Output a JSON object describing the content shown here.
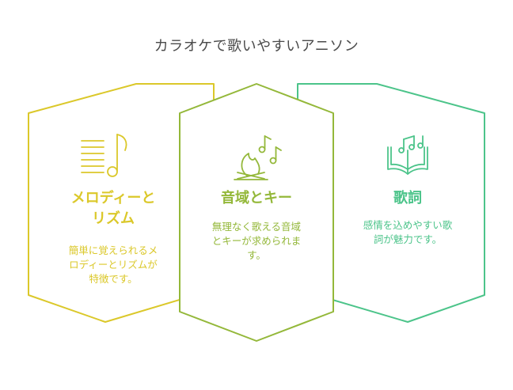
{
  "title": "カラオケで歌いやすいアニソン",
  "colors": {
    "yellow": "#dbc82a",
    "olive": "#94b83a",
    "green": "#4cc48a"
  },
  "cards": [
    {
      "title_lines": [
        "メロディーと",
        "リズム"
      ],
      "desc_lines": [
        "簡単に覚えられるメ",
        "ロディーとリズムが",
        "特徴です。"
      ],
      "icon": "music-note-lines-icon"
    },
    {
      "title_lines": [
        "音域とキー"
      ],
      "desc_lines": [
        "無理なく歌える音域",
        "とキーが求められま",
        "す。"
      ],
      "icon": "campfire-music-icon"
    },
    {
      "title_lines": [
        "歌詞"
      ],
      "desc_lines": [
        "感情を込めやすい歌",
        "詞が魅力です。"
      ],
      "icon": "songbook-icon"
    }
  ]
}
